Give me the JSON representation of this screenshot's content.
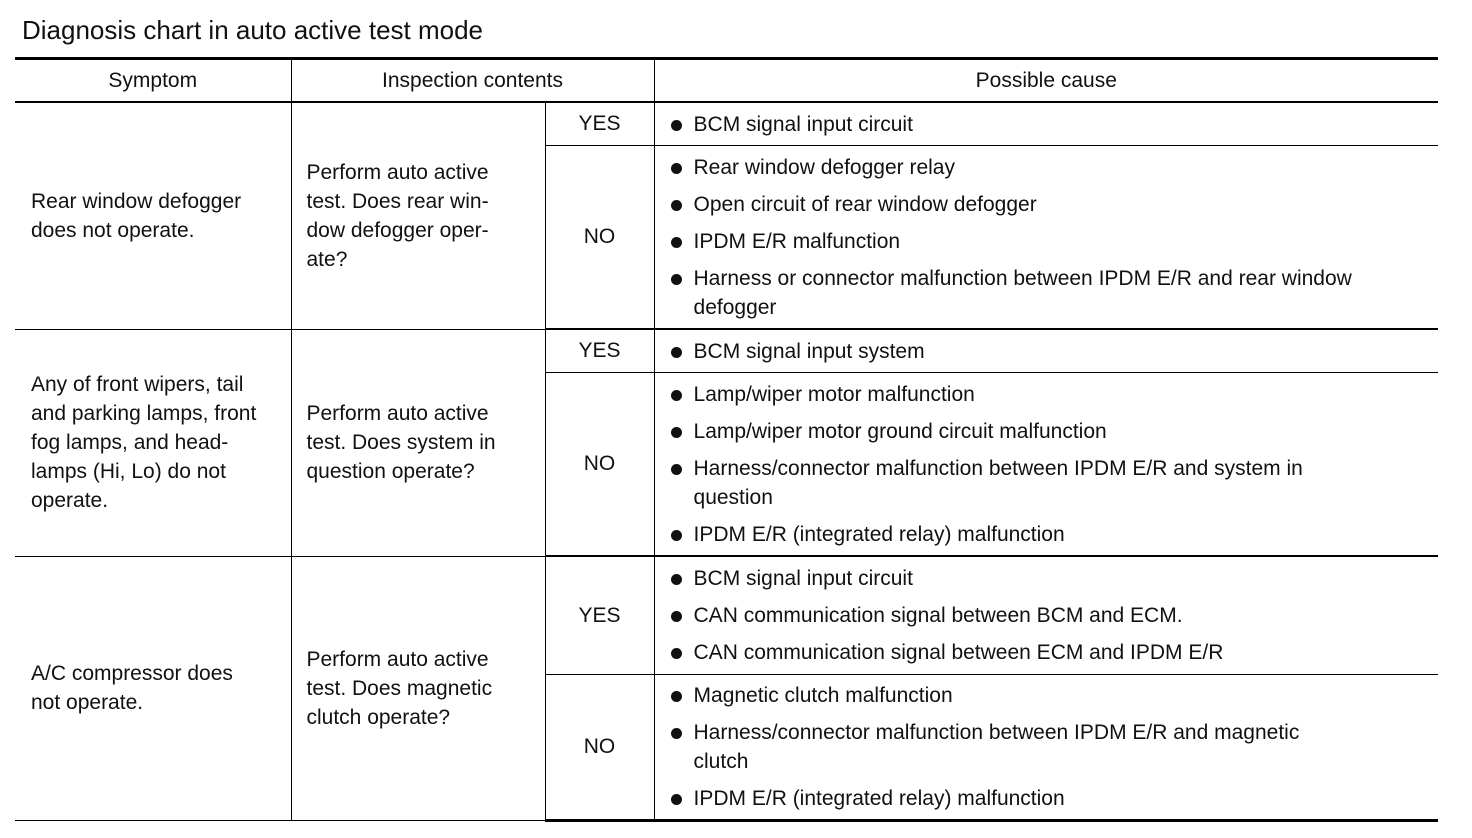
{
  "title": "Diagnosis chart in auto active test mode",
  "headers": {
    "symptom": "Symptom",
    "inspection": "Inspection contents",
    "cause": "Possible cause"
  },
  "groups": [
    {
      "symptom_lines": [
        "Rear window defogger",
        "does not operate."
      ],
      "inspection_lines": [
        "Perform auto active",
        "test. Does rear win-",
        "dow defogger oper-",
        "ate?"
      ],
      "yes": {
        "label": "YES",
        "causes": [
          [
            "BCM signal input circuit"
          ]
        ]
      },
      "no": {
        "label": "NO",
        "causes": [
          [
            "Rear window defogger relay"
          ],
          [
            "Open circuit of rear window defogger"
          ],
          [
            "IPDM E/R malfunction"
          ],
          [
            "Harness or connector malfunction between IPDM E/R and rear window",
            "defogger"
          ]
        ]
      }
    },
    {
      "symptom_lines": [
        "Any of front wipers, tail",
        "and parking lamps, front",
        "fog lamps, and head-",
        "lamps (Hi, Lo) do not",
        "operate."
      ],
      "inspection_lines": [
        "Perform auto active",
        "test. Does system in",
        "question operate?"
      ],
      "yes": {
        "label": "YES",
        "causes": [
          [
            "BCM signal input system"
          ]
        ]
      },
      "no": {
        "label": "NO",
        "causes": [
          [
            "Lamp/wiper motor malfunction"
          ],
          [
            "Lamp/wiper motor ground circuit malfunction"
          ],
          [
            "Harness/connector malfunction between IPDM E/R and system in",
            "question"
          ],
          [
            "IPDM E/R (integrated relay) malfunction"
          ]
        ]
      }
    },
    {
      "symptom_lines": [
        "A/C compressor does",
        "not operate."
      ],
      "inspection_lines": [
        "Perform auto active",
        "test. Does magnetic",
        "clutch operate?"
      ],
      "yes": {
        "label": "YES",
        "causes": [
          [
            "BCM signal input circuit"
          ],
          [
            "CAN communication signal between BCM and ECM."
          ],
          [
            "CAN communication signal between ECM and IPDM E/R"
          ]
        ]
      },
      "no": {
        "label": "NO",
        "causes": [
          [
            "Magnetic clutch malfunction"
          ],
          [
            "Harness/connector malfunction between IPDM E/R and magnetic",
            "clutch"
          ],
          [
            "IPDM E/R (integrated relay) malfunction"
          ]
        ]
      }
    }
  ]
}
